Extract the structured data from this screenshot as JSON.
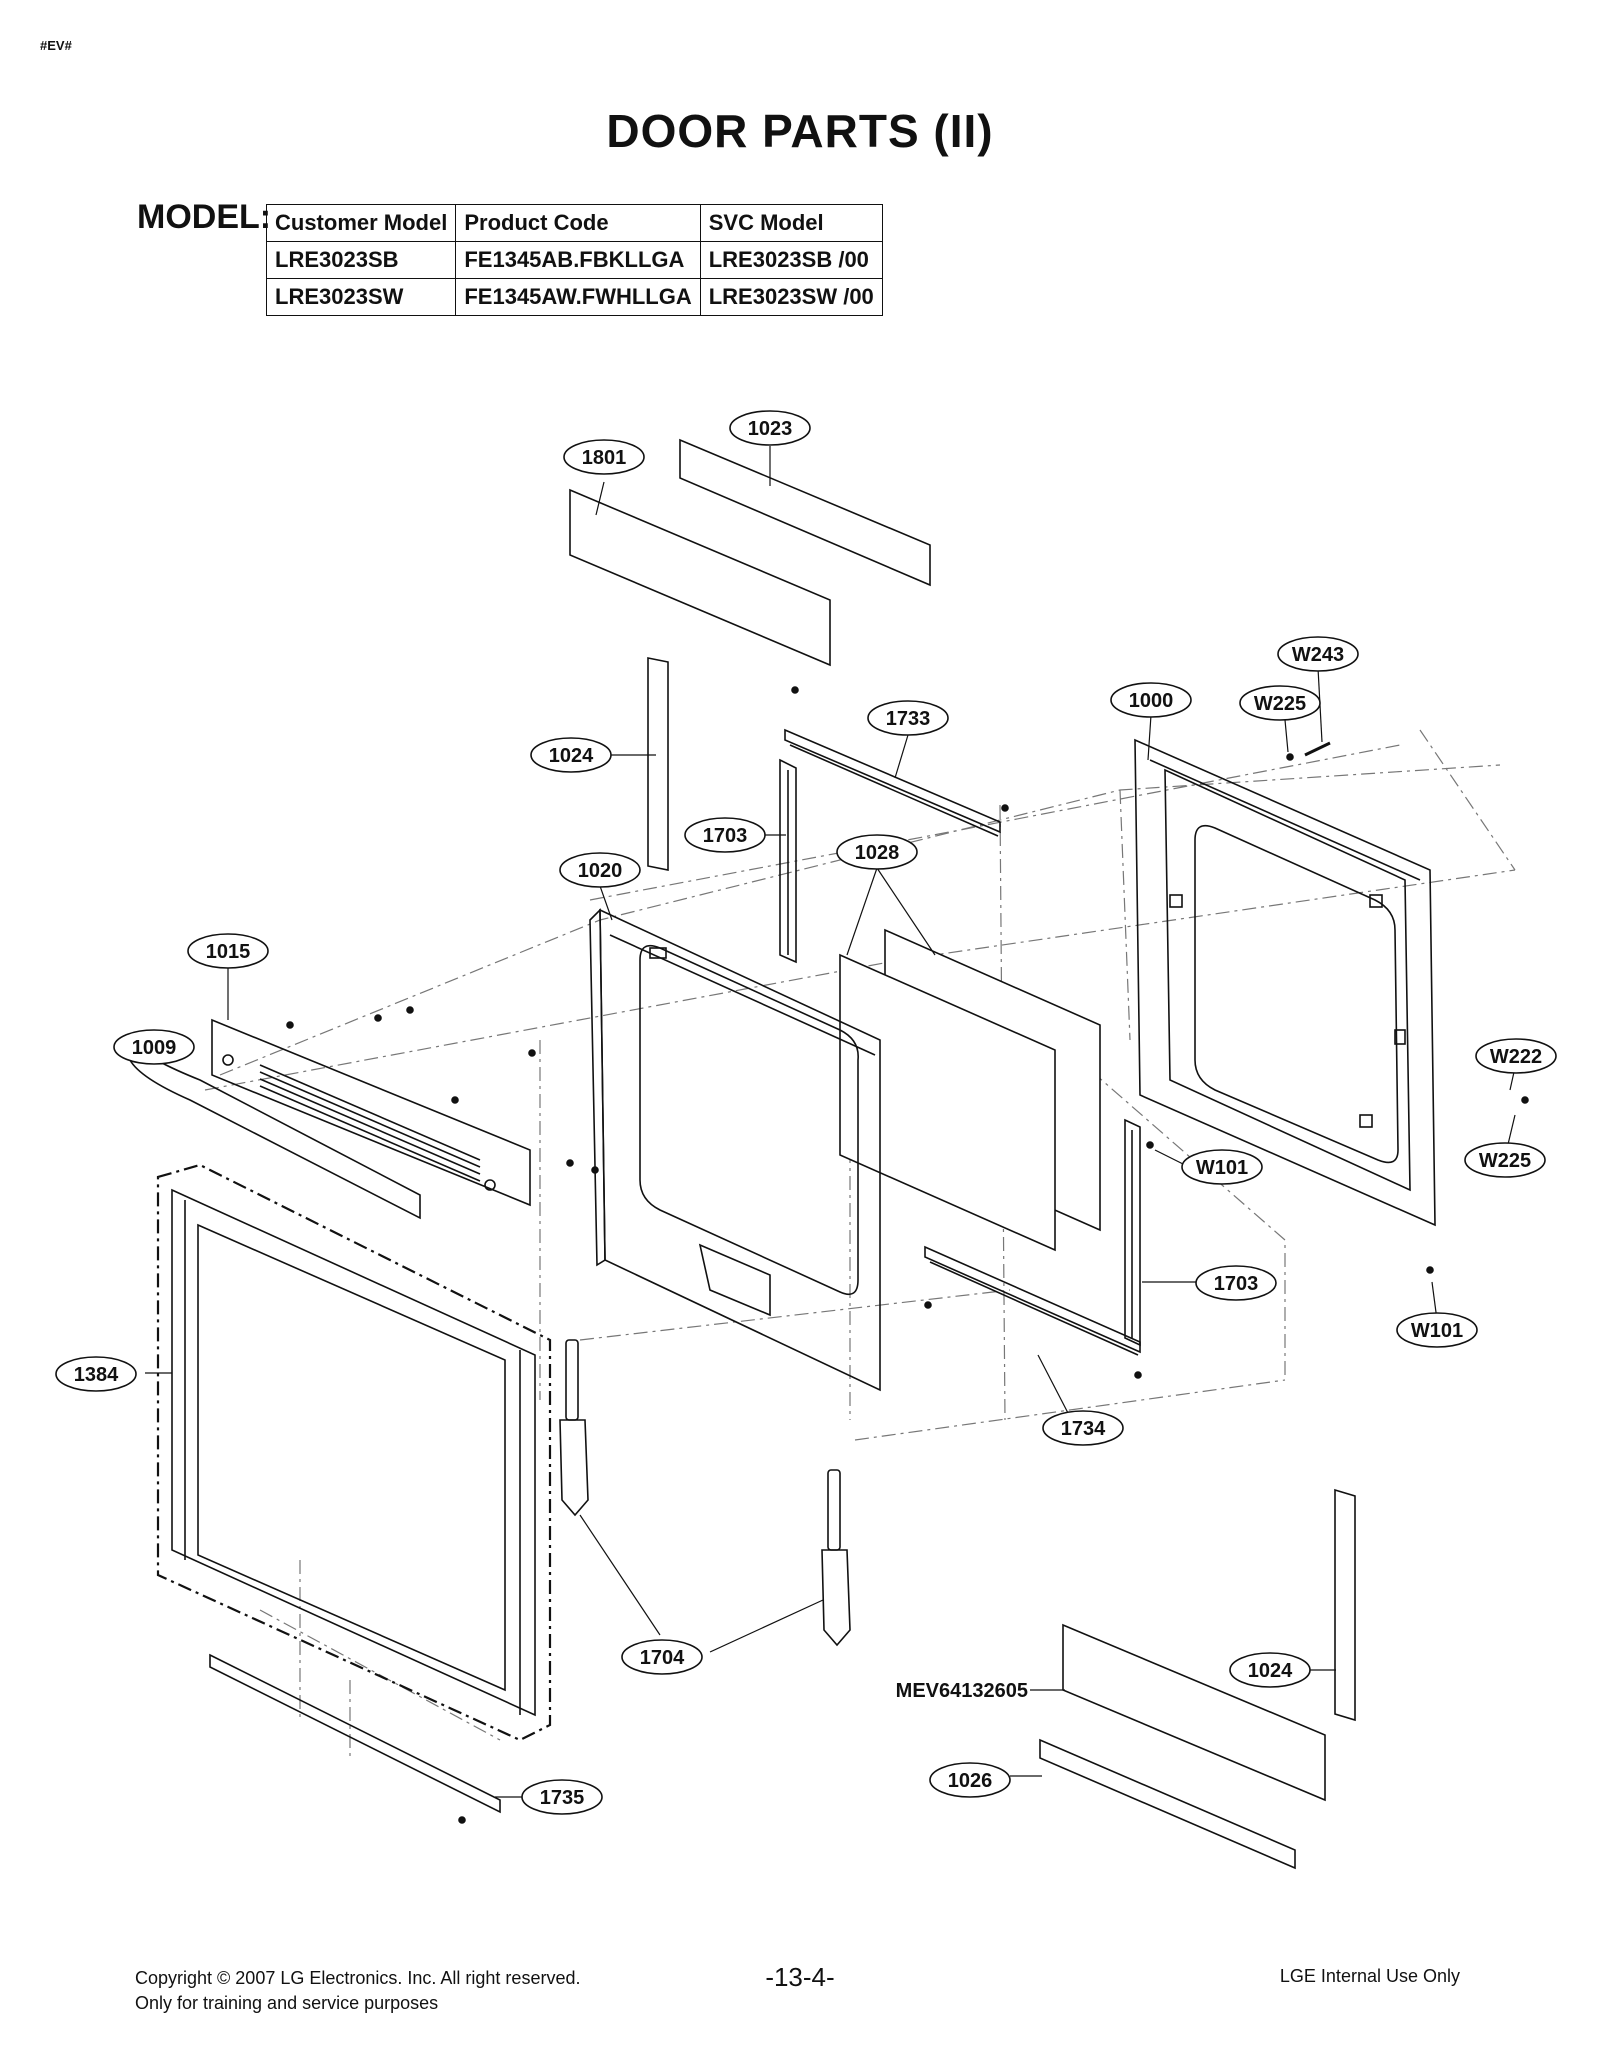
{
  "doc_tag": "#EV#",
  "title": "DOOR PARTS (II)",
  "model_label": "MODEL:",
  "model_table": {
    "headers": [
      "Customer Model",
      "Product Code",
      "SVC Model"
    ],
    "rows": [
      [
        "LRE3023SB",
        "FE1345AB.FBKLLGA",
        "LRE3023SB /00"
      ],
      [
        "LRE3023SW",
        "FE1345AW.FWHLLGA",
        "LRE3023SW /00"
      ]
    ]
  },
  "callouts": {
    "c1023": "1023",
    "c1801": "1801",
    "c1024a": "1024",
    "c1733": "1733",
    "c1000": "1000",
    "cW243": "W243",
    "cW225a": "W225",
    "c1703a": "1703",
    "c1028": "1028",
    "c1020": "1020",
    "c1015": "1015",
    "c1009": "1009",
    "cW222": "W222",
    "cW101a": "W101",
    "cW225b": "W225",
    "c1703b": "1703",
    "cW101b": "W101",
    "c1384": "1384",
    "c1734": "1734",
    "c1704": "1704",
    "c1024b": "1024",
    "c1026": "1026",
    "c1735": "1735"
  },
  "part_label_mev": "MEV64132605",
  "footer": {
    "copyright": "Copyright © 2007 LG Electronics. Inc. All right reserved.",
    "training": "Only for training and service purposes",
    "page": "-13-4-",
    "internal": "LGE Internal Use Only"
  },
  "colors": {
    "ink": "#111111",
    "dash": "#777777",
    "fill_grey": "#e6e6e6"
  }
}
